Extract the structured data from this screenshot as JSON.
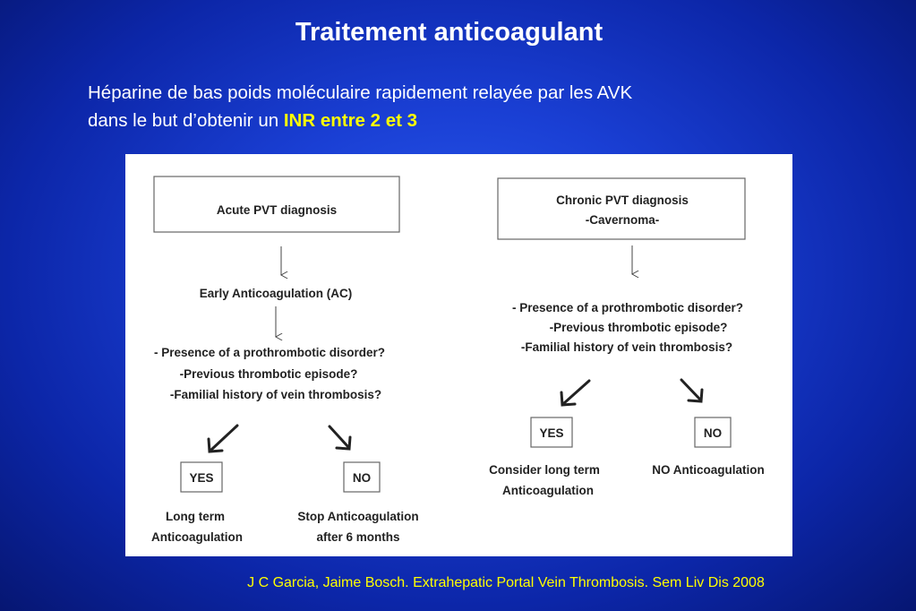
{
  "slide": {
    "title": "Traitement anticoagulant",
    "subtitle_line1": "Héparine de bas poids moléculaire rapidement relayée par les AVK",
    "subtitle_line2_prefix": "dans le but d’obtenir un ",
    "subtitle_highlight": "INR entre 2 et 3",
    "citation": "J C Garcia, Jaime Bosch. Extrahepatic Portal Vein Thrombosis. Sem Liv Dis 2008"
  },
  "colors": {
    "background": "#1a3fd4",
    "text": "#ffffff",
    "highlight": "#ffff00"
  },
  "flowchart": {
    "acute": {
      "diagnosis": "Acute PVT diagnosis",
      "early_ac": "Early Anticoagulation (AC)",
      "questions": [
        "- Presence of a prothrombotic disorder?",
        "-Previous thrombotic episode?",
        "-Familial history of vein thrombosis?"
      ],
      "yes": "YES",
      "no": "NO",
      "yes_outcome": [
        "Long term",
        "Anticoagulation"
      ],
      "no_outcome": [
        "Stop Anticoagulation",
        "after 6 months"
      ]
    },
    "chronic": {
      "diagnosis": [
        "Chronic PVT diagnosis",
        "-Cavernoma-"
      ],
      "questions": [
        "- Presence of a prothrombotic disorder?",
        "-Previous thrombotic episode?",
        "-Familial history of vein thrombosis?"
      ],
      "yes": "YES",
      "no": "NO",
      "yes_outcome": [
        "Consider long term",
        "Anticoagulation"
      ],
      "no_outcome": [
        "NO Anticoagulation"
      ]
    }
  }
}
